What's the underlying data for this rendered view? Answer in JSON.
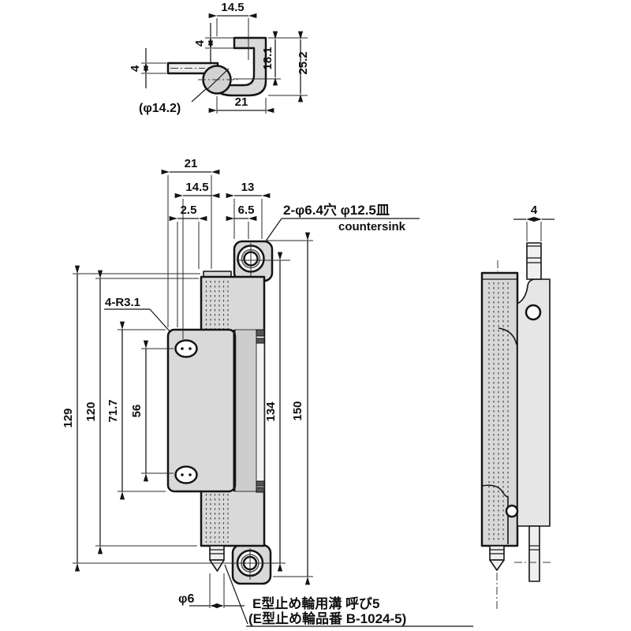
{
  "top_view": {
    "dim_width_top": "14.5",
    "dim_flange_thickness": "4",
    "dim_leaf_thickness": "4",
    "dim_knuckle_dia": "(φ14.2)",
    "dim_height_inner": "18.1",
    "dim_height_overall": "25.2",
    "dim_depth": "21"
  },
  "front_view": {
    "dim_width": "21",
    "dim_width2": "14.5",
    "dim_width3": "2.5",
    "dim_tab_width": "13",
    "dim_tab_half": "6.5",
    "note_hole_line1": "2-φ6.4穴 φ12.5皿",
    "note_hole_line2": "countersink",
    "note_corner_radius": "4-R3.1",
    "dim_len_129": "129",
    "dim_len_120": "120",
    "dim_len_71_7": "71.7",
    "dim_len_56": "56",
    "dim_hole_pitch": "134",
    "dim_len_overall": "150",
    "dim_pin_dia": "φ6"
  },
  "side_view": {
    "dim_pin_width": "4"
  },
  "footnote": {
    "line1": "E型止め輪用溝 呼び5",
    "line2": "(E型止め輪品番 B-1024-5)"
  }
}
